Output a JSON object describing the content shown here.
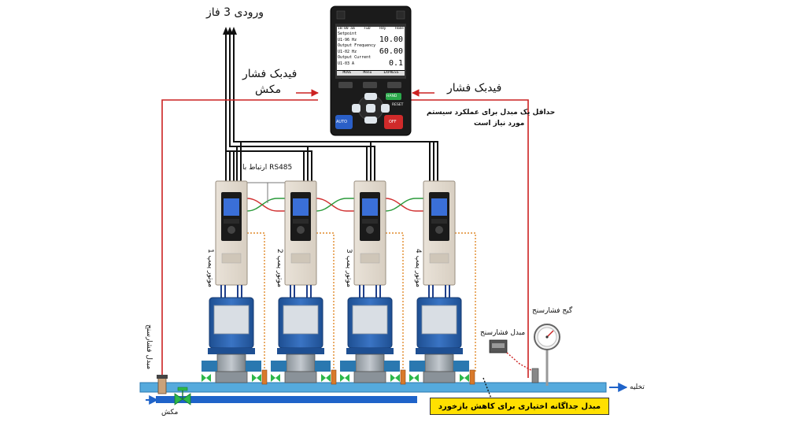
{
  "labels": {
    "three_phase_input": "ورودی 3 فاز",
    "suction_feedback_line1": "فیدبک فشار",
    "suction_feedback_line2": "مکش",
    "pressure_feedback": "فیدبک فشار",
    "min_transmitter_line1": "حداقل یک مبدل برای عملکرد سیستم",
    "min_transmitter_line2": "مورد نیاز است",
    "rs485_link": "ارتباط با RS485",
    "pressure_gauge": "گیج فشارسنج",
    "pressure_transmitter": "مبدل فشارسنج",
    "suction_transmitter": "مبدل فشارسنج",
    "discharge": "تخلیه",
    "suction": "مکش",
    "optional_transmitter_note": "مبدل جداگانه اختیاری برای کاهش بازخورد"
  },
  "pumps": [
    {
      "label": "موتور پمپ 1"
    },
    {
      "label": "موتور پمپ 2"
    },
    {
      "label": "موتور پمپ 3"
    },
    {
      "label": "موتور پمپ 4"
    }
  ],
  "keypad": {
    "header_left": "10:00 am",
    "header_mid1": "FwD",
    "header_mid2": "Rdy",
    "header_right": "Home",
    "rows": [
      {
        "label": "Setpoint",
        "code": "U1-96 Hz",
        "value": "10.00"
      },
      {
        "label": "Output Frequency",
        "code": "U1-02 Hz",
        "value": "60.00"
      },
      {
        "label": "Output Current",
        "code": "U1-03 A",
        "value": "0.1"
      }
    ],
    "footer": [
      "MOVE",
      "Menu",
      "EXPRESS"
    ],
    "buttons": {
      "auto": "AUTO",
      "off": "OFF",
      "hand": "HAND",
      "reset": "RESET"
    }
  },
  "colors": {
    "pipe": "#55aadd",
    "pipe_edge": "#2a78b0",
    "bypass_pipe": "#1f63c9",
    "feedback_wire": "#cc2222",
    "power_wire": "#111111",
    "rs485_red": "#d03030",
    "rs485_green": "#2a9a3a",
    "signal_dotted": "#e08a2a",
    "motor_blue": "#2a5fa8",
    "valve_green": "#2db84a",
    "note_yellow": "#ffe000"
  }
}
